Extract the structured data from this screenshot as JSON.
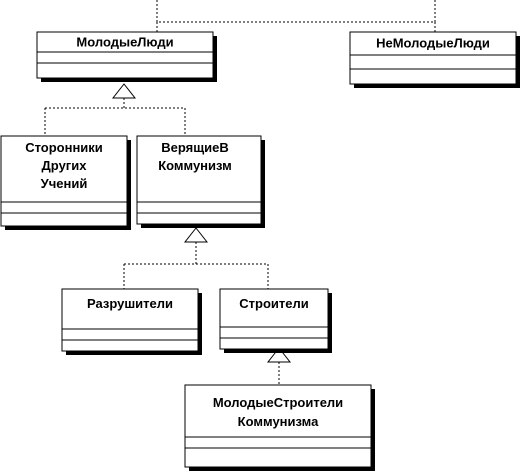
{
  "classes": {
    "molodye_lyudi": "МолодыеЛюди",
    "ne_molodye_lyudi": "НеМолодыеЛюди",
    "storonniki": [
      "Сторонники",
      "Других",
      "Учений"
    ],
    "veryashchie": [
      "ВерящиеВ",
      "Коммунизм"
    ],
    "razrushiteli": "Разрушители",
    "stroiteli": "Строители",
    "molodye_stroiteli": [
      "МолодыеСтроители",
      "Коммунизма"
    ]
  },
  "colors": {
    "line": "#000000",
    "shadow": "#000000",
    "fill": "#ffffff"
  }
}
